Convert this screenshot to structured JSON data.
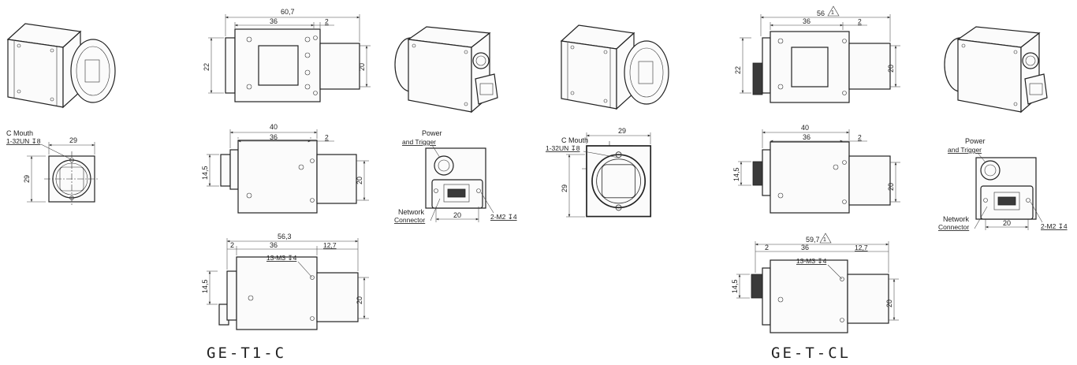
{
  "models": [
    {
      "name": "GE-T1-C",
      "front": {
        "top_mark": "29",
        "side_mark": "29",
        "lens_label_1": "C Mouth",
        "lens_label_2": "1-32UN ↧8"
      },
      "top": {
        "width": "60,7",
        "inner": "36",
        "offset": "2",
        "left_h": "22",
        "right_h": "20"
      },
      "side": {
        "width": "40",
        "inner": "36",
        "offset": "2",
        "left_h": "14,5",
        "right_h": "20"
      },
      "bottom": {
        "width": "56,3",
        "left_off": "2",
        "inner": "36",
        "right_off": "12,7",
        "screw": "13-M3 ↧4",
        "left_h": "14,5",
        "right_h": "20"
      },
      "back": {
        "power_1": "Power",
        "power_2": "and Trigger",
        "net_1": "Network",
        "net_2": "Connector",
        "width": "20",
        "screw": "2-M2 ↧4"
      }
    },
    {
      "name": "GE-T-CL",
      "front": {
        "top_mark": "29",
        "side_mark": "29",
        "lens_label_1": "C Mouth",
        "lens_label_2": "1-32UN ↧8"
      },
      "top": {
        "width": "56",
        "rev": "1",
        "inner": "36",
        "offset": "2",
        "left_h": "22",
        "right_h": "20"
      },
      "side": {
        "width": "40",
        "inner": "36",
        "offset": "2",
        "left_h": "14,5",
        "right_h": "20"
      },
      "bottom": {
        "width": "59,7",
        "rev": "1",
        "left_off": "2",
        "inner": "36",
        "right_off": "12,7",
        "screw": "13-M3 ↧4",
        "left_h": "14,5",
        "right_h": "20"
      },
      "back": {
        "power_1": "Power",
        "power_2": "and Trigger",
        "net_1": "Network",
        "net_2": "Connector",
        "width": "20",
        "screw": "2-M2 ↧4"
      }
    }
  ]
}
